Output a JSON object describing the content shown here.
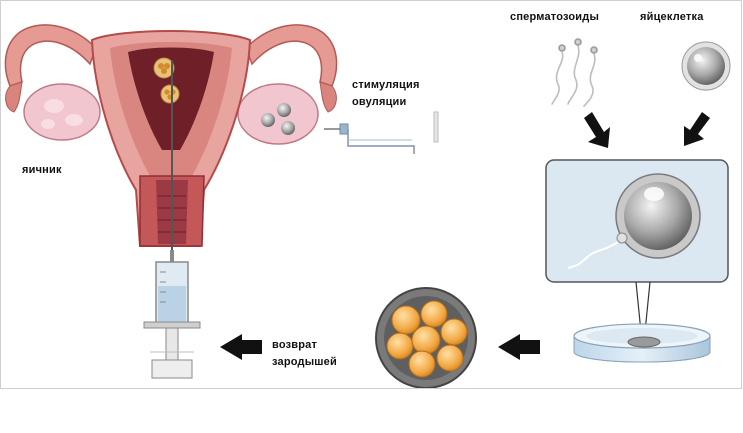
{
  "labels": {
    "ovary": "яичник",
    "ovulation_line1": "стимуляция",
    "ovulation_line2": "овуляции",
    "sperm": "сперматозоиды",
    "egg": "яйцеклетка",
    "embryo_line1": "возврат",
    "embryo_line2": "зародышей"
  },
  "colors": {
    "uterus_pink": "#e8a5a0",
    "uterus_dark": "#b54a4a",
    "uterus_inner": "#6e1f28",
    "ovary_pink": "#f2c6cf",
    "egg_gray": "#8a8a8a",
    "dish_blue": "#dbe8f1",
    "embryo_orange": "#f2a640",
    "arrow": "#111111"
  },
  "icons": {
    "syringe": "syringe-icon",
    "needle": "needle-icon",
    "sperm": "sperm-icon",
    "egg": "egg-cell-icon",
    "petri": "petri-dish-icon",
    "embryo": "embryo-icon"
  }
}
